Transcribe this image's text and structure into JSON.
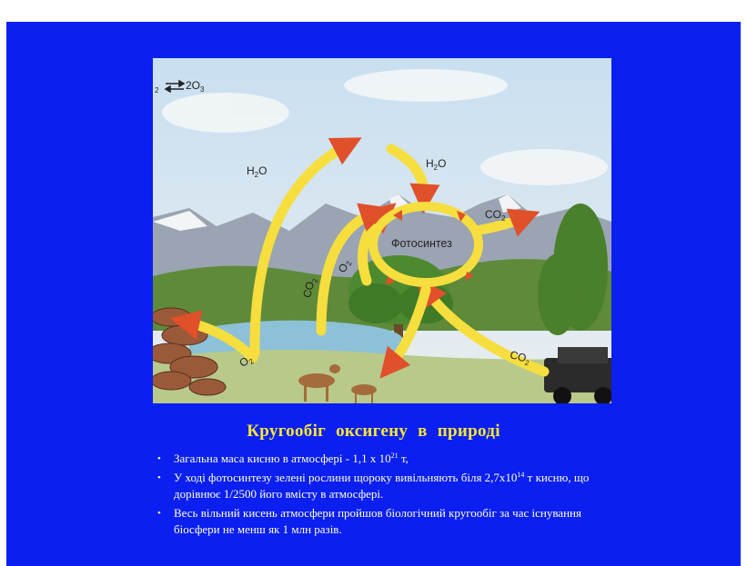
{
  "diagram": {
    "labels": {
      "ozone": "2O",
      "ozone_sub": "3",
      "ozone_prefix": "2",
      "h2o_left": "H",
      "h2o_left_sub": "2",
      "h2o_left_end": "O",
      "h2o_top": "H",
      "h2o_top_sub": "2",
      "h2o_top_end": "O",
      "co2_right": "CO",
      "co2_right_sub": "2",
      "photosynthesis": "Фотосинтез",
      "o2_mid": "O",
      "o2_mid_sub": "2",
      "co2_left": "CO",
      "co2_left_sub": "2",
      "o2_low": "O",
      "o2_low_sub": "2",
      "co2_low": "CO",
      "co2_low_sub": "2"
    }
  },
  "slide": {
    "title": "Кругообіг  оксигену  в  природі",
    "facts": [
      {
        "bullet": "•",
        "pre": "Загальна маса кисню в атмосфері - 1,1 х 10",
        "sup": "21",
        "post": " т,"
      },
      {
        "bullet": "•",
        "pre": "У ході фотосинтезу зелені рослини щороку вивільняють біля 2,7х10",
        "sup": "14",
        "post": " т кисню, що дорівнює 1/2500 його вмісту в атмосфері."
      },
      {
        "bullet": "•",
        "pre": "Весь вільний кисень  атмосфери пройшов біологічний кругообіг за час існування біосфери не менш як 1 млн разів.",
        "sup": "",
        "post": ""
      }
    ]
  }
}
